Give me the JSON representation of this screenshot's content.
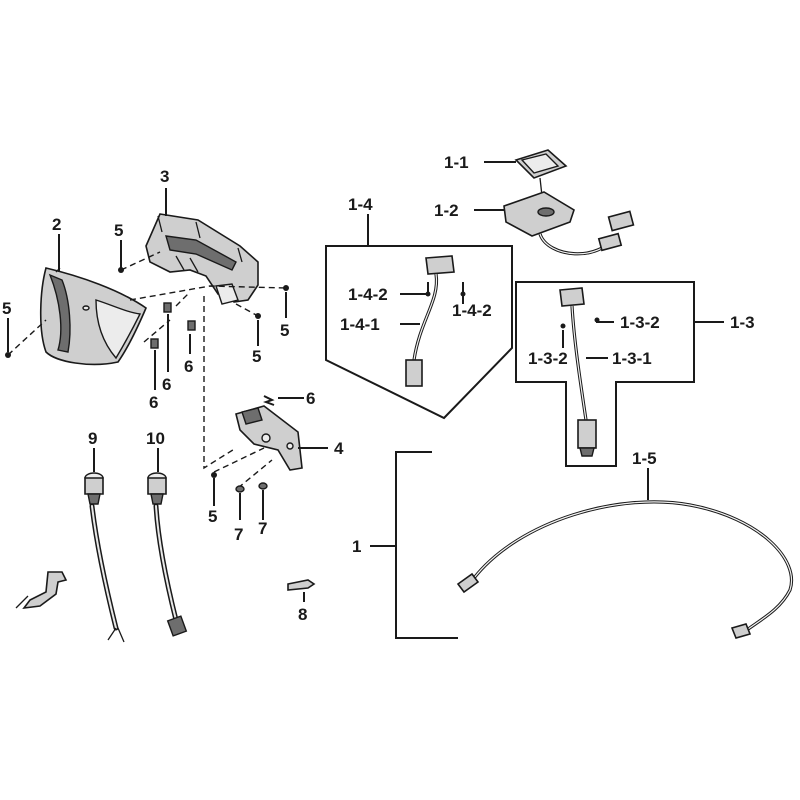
{
  "labels": {
    "l2": "2",
    "l3": "3",
    "l4": "4",
    "l5a": "5",
    "l5b": "5",
    "l5c": "5",
    "l5d": "5",
    "l5e": "5",
    "l6a": "6",
    "l6b": "6",
    "l6c": "6",
    "l6d": "6",
    "l7a": "7",
    "l7b": "7",
    "l8": "8",
    "l9": "9",
    "l10": "10",
    "l1": "1",
    "l1_1": "1-1",
    "l1_2": "1-2",
    "l1_3": "1-3",
    "l1_3_1": "1-3-1",
    "l1_3_2a": "1-3-2",
    "l1_3_2b": "1-3-2",
    "l1_4": "1-4",
    "l1_4_1": "1-4-1",
    "l1_4_2a": "1-4-2",
    "l1_4_2b": "1-4-2",
    "l1_5": "1-5"
  }
}
